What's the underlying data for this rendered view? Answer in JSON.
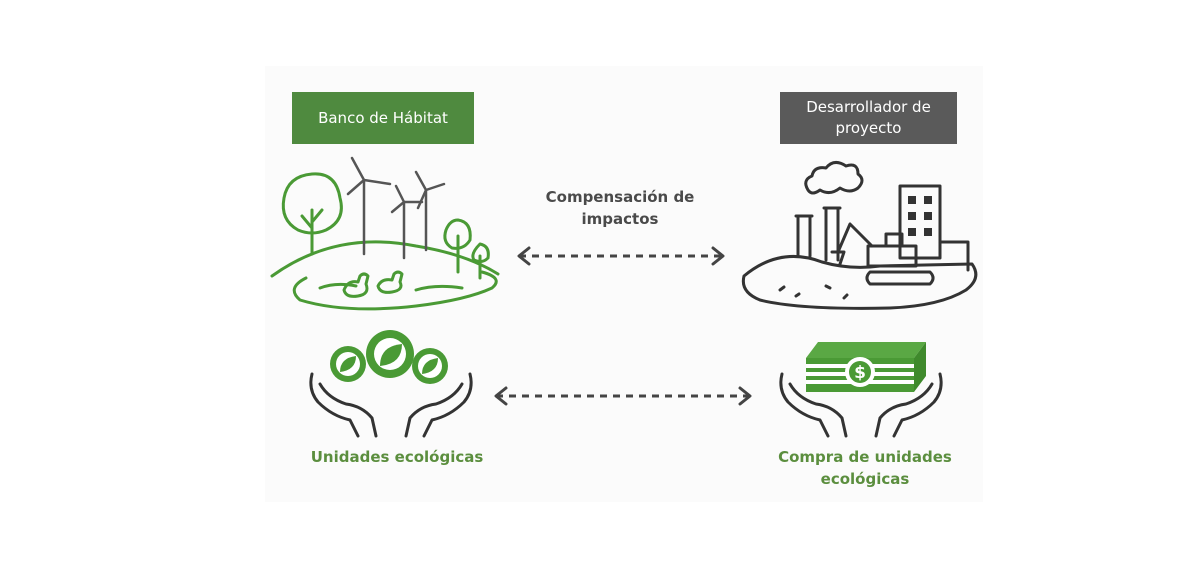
{
  "left_title": "Banco de Hábitat",
  "right_title_lines": [
    "Desarrollador de",
    "proyecto"
  ],
  "middle_label_lines": [
    "Compensación de",
    "impactos"
  ],
  "left_caption": "Unidades ecológicas",
  "right_caption_lines": [
    "Compra de unidades",
    "ecológicas"
  ],
  "currency_symbol": "$",
  "icons": {
    "habitat": "habitat-landscape-icon",
    "industry": "industrial-site-icon",
    "leaves": "hands-holding-leaves-icon",
    "money": "hands-holding-money-icon",
    "arrows": "double-dashed-arrow-icon"
  },
  "colors": {
    "green": "#4f8a3f",
    "dark_gray": "#5a5a5a",
    "caption_green": "#5b8e3e",
    "illustration_green": "#4a9a35",
    "outline": "#333333"
  }
}
